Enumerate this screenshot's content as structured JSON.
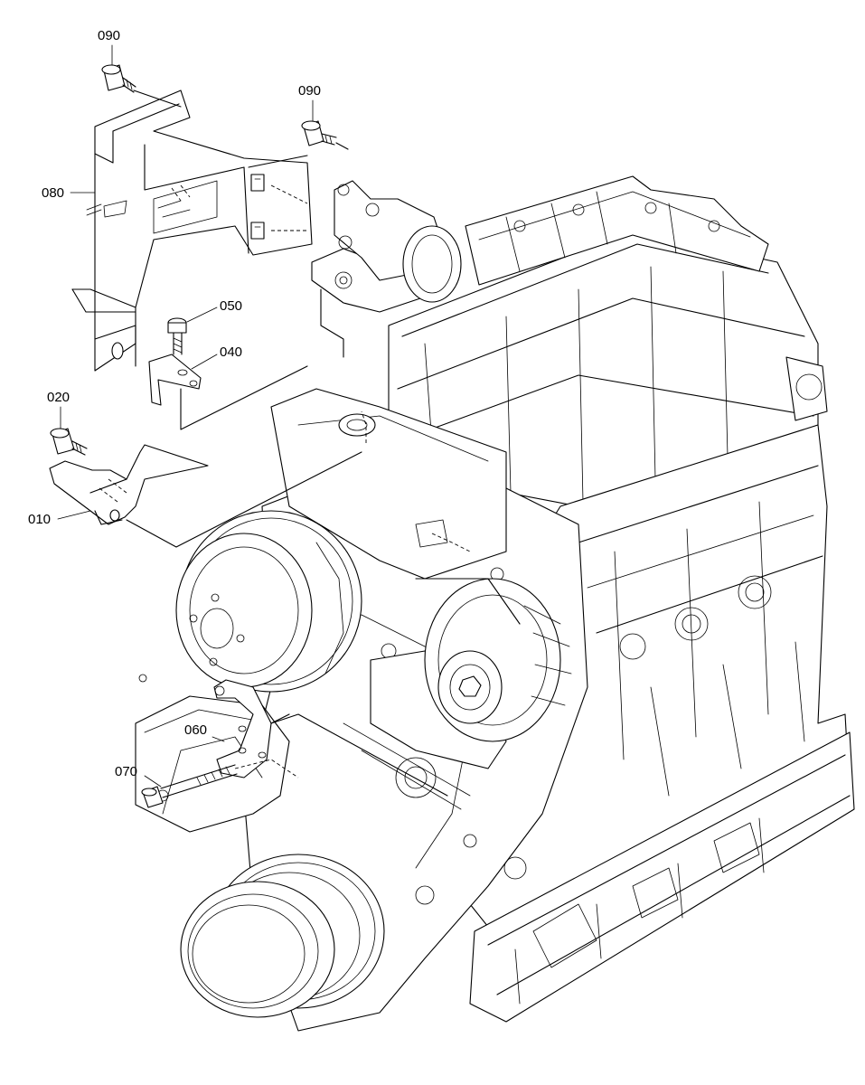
{
  "callouts": {
    "p090a": "090",
    "p090b": "090",
    "p080": "080",
    "p050": "050",
    "p040": "040",
    "p020": "020",
    "p010": "010",
    "p060": "060",
    "p070": "070"
  }
}
